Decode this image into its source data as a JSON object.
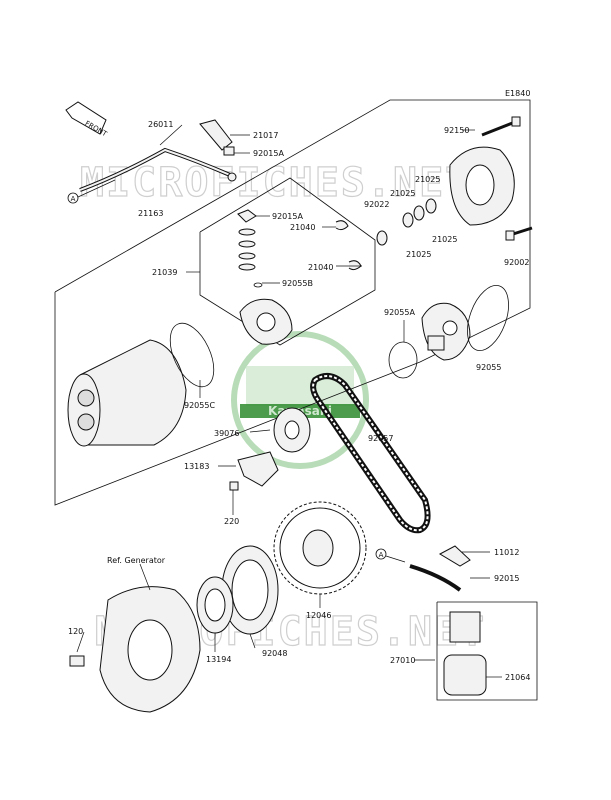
{
  "diagram": {
    "code": "E1840",
    "front_label": "FRONT",
    "ref_callout": "A",
    "watermark_text": "MICROFICHES.NET",
    "logo_text": "Kawasaki",
    "accent_color": "#2e8b2e"
  },
  "part_labels": {
    "p26011": "26011",
    "p21017": "21017",
    "p92015A_top": "92015A",
    "p21163": "21163",
    "p92015A_mid": "92015A",
    "p21040_a": "21040",
    "p21040_b": "21040",
    "p21039": "21039",
    "p92055B": "92055B",
    "p92150": "92150",
    "p21025_a": "21025",
    "p21025_b": "21025",
    "p21025_c": "21025",
    "p21025_d": "21025",
    "p92022": "92022",
    "p92002": "92002",
    "p92055A": "92055A",
    "p92055": "92055",
    "p92055C": "92055C",
    "p39076": "39076",
    "p92057": "92057",
    "p13183": "13183",
    "p220": "220",
    "p11012": "11012",
    "p92015": "92015",
    "p12046": "12046",
    "p13194": "13194",
    "p92048": "92048",
    "p27010": "27010",
    "p21064": "21064",
    "p120": "120",
    "ref_generator": "Ref. Generator"
  }
}
